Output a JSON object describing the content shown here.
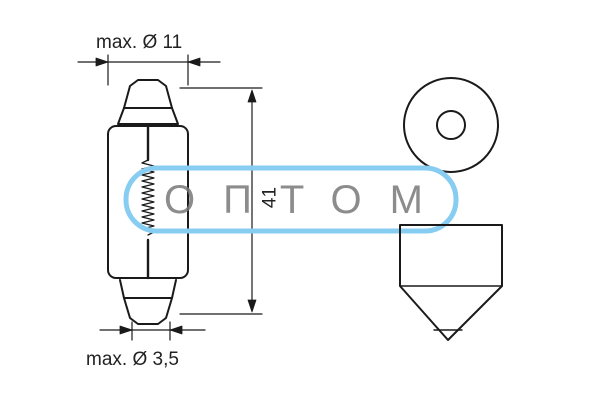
{
  "diagram": {
    "dimensions": {
      "max_diameter_top": "max. Ø 11",
      "max_diameter_bottom": "max. Ø 3,5",
      "length": "41"
    },
    "watermark": {
      "text": "ОПТОМ",
      "ring_color": "#87cdf2"
    },
    "colors": {
      "line": "#1a1a1a",
      "background": "#ffffff"
    }
  }
}
